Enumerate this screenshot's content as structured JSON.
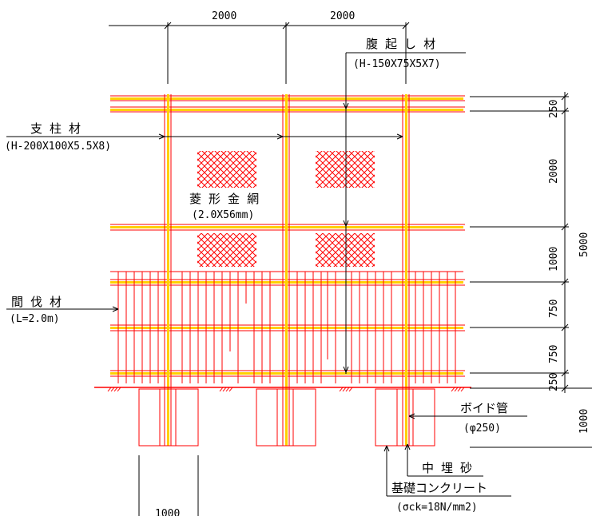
{
  "dimensions": {
    "top_span_1": "2000",
    "top_span_2": "2000",
    "bottom_width": "1000",
    "right_top": "250",
    "right_upper": "2000",
    "right_middle": "1000",
    "right_lower_1": "750",
    "right_lower_2": "750",
    "right_bottom": "250",
    "right_total": "5000",
    "foundation_depth": "1000"
  },
  "labels": {
    "waler": {
      "name": "腹 起 し 材",
      "spec": "(H-150X75X5X7)"
    },
    "post": {
      "name": "支 柱 材",
      "spec": "(H-200X100X5.5X8)"
    },
    "mesh": {
      "name": "菱 形 金 網",
      "spec": "(2.0X56mm)"
    },
    "lagging": {
      "name": "間 伐 材",
      "spec": "(L=2.0m)"
    },
    "void_pipe": {
      "name": "ボイド管",
      "spec": "(φ250)"
    },
    "backfill": {
      "name": "中 埋 砂"
    },
    "foundation": {
      "name": "基礎コンクリート",
      "spec": "(σck=18N/mm2)"
    }
  },
  "colors": {
    "line": "#000000",
    "member_red": "#ff0000",
    "member_yellow": "#ffd000",
    "mesh": "#ff0000"
  }
}
